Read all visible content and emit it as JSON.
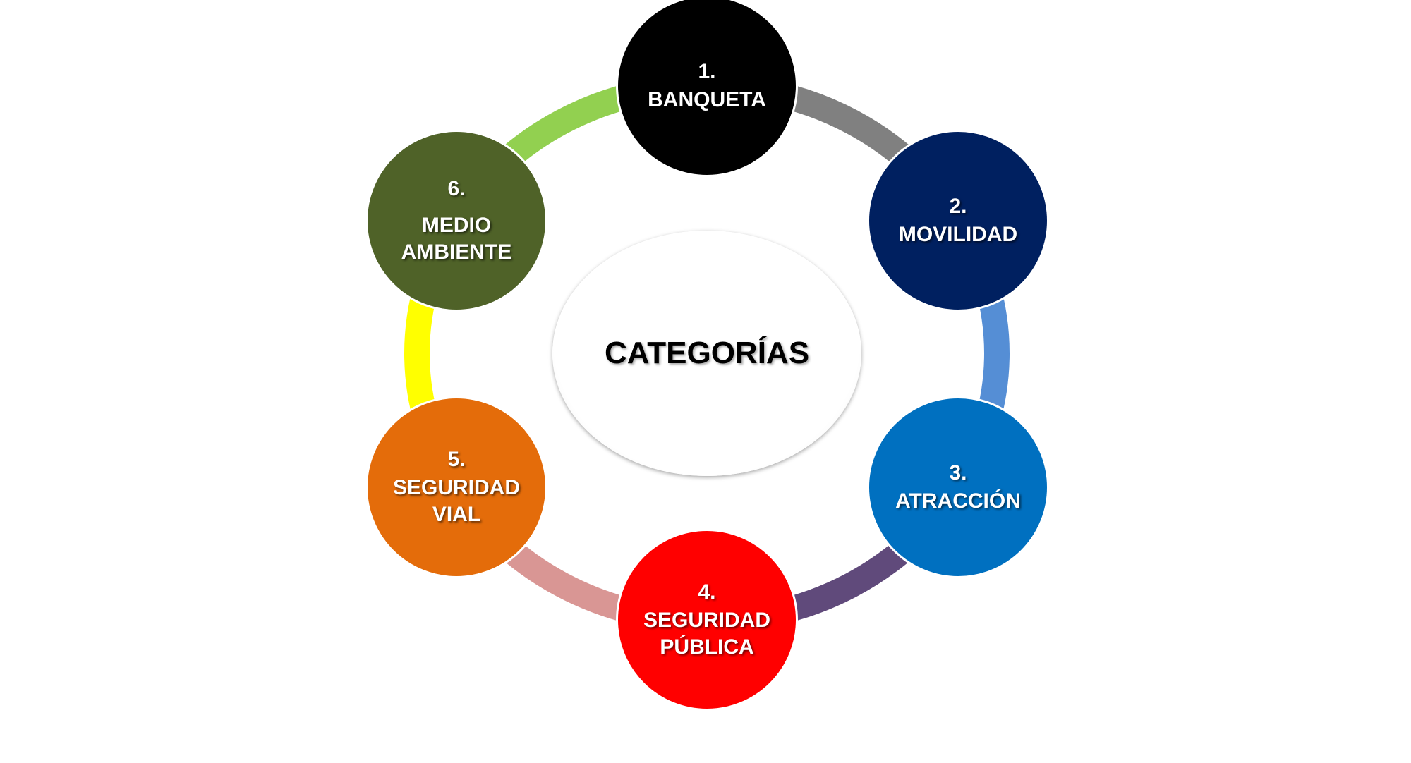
{
  "center_label": "CATEGORÍAS",
  "nodes": [
    {
      "num": "1.",
      "label": "BANQUETA",
      "color": "#000000"
    },
    {
      "num": "2.",
      "label": "MOVILIDAD",
      "color": "#002060"
    },
    {
      "num": "3.",
      "label": "ATRACCIÓN",
      "color": "#0070c0"
    },
    {
      "num": "4.",
      "label": "SEGURIDAD PÚBLICA",
      "color": "#ff0000"
    },
    {
      "num": "5.",
      "label": "SEGURIDAD VIAL",
      "color": "#e46c0a"
    },
    {
      "num": "6.",
      "label": "MEDIO AMBIENTE",
      "color": "#4f6228"
    }
  ],
  "connector_colors": [
    "#808080",
    "#558ed5",
    "#604a7b",
    "#d99694",
    "#ffff00",
    "#92d050"
  ]
}
